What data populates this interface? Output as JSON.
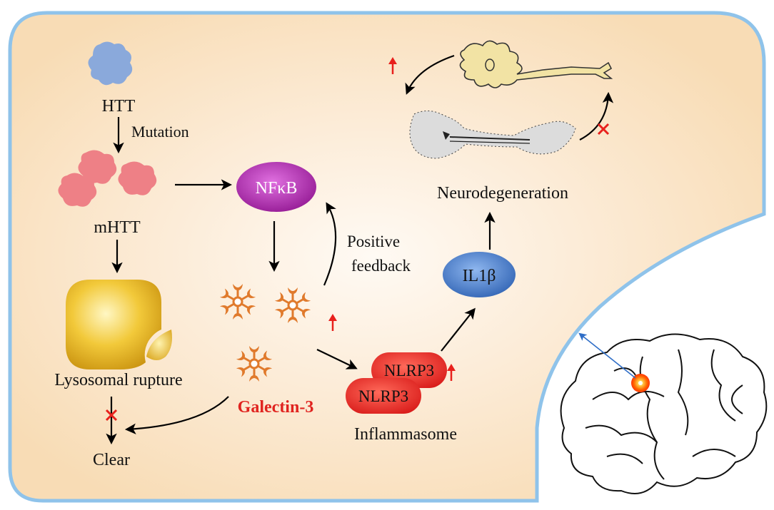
{
  "labels": {
    "htt": "HTT",
    "mutation": "Mutation",
    "mhtt": "mHTT",
    "nfkb": "NFκB",
    "lysosomal_rupture": "Lysosomal rupture",
    "positive_feedback_line1": "Positive",
    "positive_feedback_line2": "feedback",
    "galectin3": "Galectin-3",
    "clear": "Clear",
    "nlrp3_top": "NLRP3",
    "nlrp3_bottom": "NLRP3",
    "inflammasome": "Inflammasome",
    "il1b": "IL1β",
    "neurodegeneration": "Neurodegeneration"
  },
  "colors": {
    "panel_fill": "#fbe3c5",
    "panel_border": "#8fc3ea",
    "htt_blue": "#8aa9db",
    "mhtt_pink": "#ee8086",
    "nfkb_purple": "#a51fa5",
    "il1b_blue": "#3d74c6",
    "nlrp3_red": "#e41e1e",
    "galectin_orange": "#e07a2c",
    "galectin_text_red": "#e0231f",
    "lysosome_yellow": "#e7b41d",
    "up_arrow_red": "#e8201c",
    "block_cross_red": "#e8201c",
    "neuron_yellow": "#f2e3a4"
  }
}
